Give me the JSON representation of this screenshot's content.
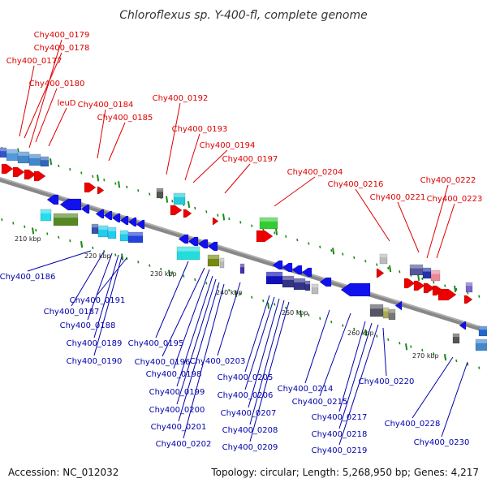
{
  "header": {
    "title": "Chloroflexus sp. Y-400-fl, complete genome"
  },
  "footer": {
    "accession": "Accession: NC_012032",
    "topology": "Topology: circular; Length: 5,268,950 bp; Genes: 4,217"
  },
  "colors": {
    "top_label": "#dd0000",
    "bottom_label": "#0000aa",
    "backbone": "#888888",
    "tick": "#1a8a1a"
  },
  "scale_ticks": [
    {
      "label": "210 kbp"
    },
    {
      "label": "220 kbp"
    },
    {
      "label": "230 kbp"
    },
    {
      "label": "240 kbp"
    },
    {
      "label": "250 kbp"
    },
    {
      "label": "260 kbp"
    },
    {
      "label": "270 kbp"
    }
  ],
  "top_genes": [
    {
      "name": "Chy400_0179"
    },
    {
      "name": "Chy400_0178"
    },
    {
      "name": "Chy400_0177"
    },
    {
      "name": "Chy400_0180"
    },
    {
      "name": "leuD"
    },
    {
      "name": "Chy400_0184"
    },
    {
      "name": "Chy400_0185"
    },
    {
      "name": "Chy400_0192"
    },
    {
      "name": "Chy400_0193"
    },
    {
      "name": "Chy400_0194"
    },
    {
      "name": "Chy400_0197"
    },
    {
      "name": "Chy400_0204"
    },
    {
      "name": "Chy400_0216"
    },
    {
      "name": "Chy400_0221"
    },
    {
      "name": "Chy400_0222"
    },
    {
      "name": "Chy400_0223"
    }
  ],
  "bottom_genes": [
    {
      "name": "Chy400_0186"
    },
    {
      "name": "Chy400_0187"
    },
    {
      "name": "Chy400_0191"
    },
    {
      "name": "Chy400_0188"
    },
    {
      "name": "Chy400_0189"
    },
    {
      "name": "Chy400_0190"
    },
    {
      "name": "Chy400_0195"
    },
    {
      "name": "Chy400_0196"
    },
    {
      "name": "Chy400_0203"
    },
    {
      "name": "Chy400_0198"
    },
    {
      "name": "Chy400_0199"
    },
    {
      "name": "Chy400_0200"
    },
    {
      "name": "Chy400_0201"
    },
    {
      "name": "Chy400_0202"
    },
    {
      "name": "Chy400_0205"
    },
    {
      "name": "Chy400_0206"
    },
    {
      "name": "Chy400_0207"
    },
    {
      "name": "Chy400_0208"
    },
    {
      "name": "Chy400_0209"
    },
    {
      "name": "Chy400_0214"
    },
    {
      "name": "Chy400_0215"
    },
    {
      "name": "Chy400_0217"
    },
    {
      "name": "Chy400_0218"
    },
    {
      "name": "Chy400_0219"
    },
    {
      "name": "Chy400_0220"
    },
    {
      "name": "Chy400_0228"
    },
    {
      "name": "Chy400_0230"
    }
  ]
}
